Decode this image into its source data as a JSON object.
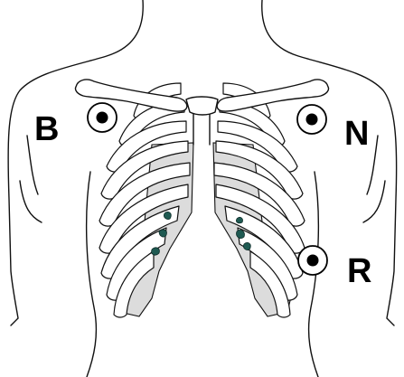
{
  "figure": {
    "electrodes": [
      {
        "id": "right-arm",
        "label": "B"
      },
      {
        "id": "left-arm",
        "label": "N"
      },
      {
        "id": "left-leg",
        "label": "R"
      }
    ],
    "colors": {
      "outline": "#111111",
      "cartilage": "#dcdcdc",
      "intercostal_gap": "#1f5a52",
      "electrode_ring": "#000000",
      "electrode_dot": "#000000"
    }
  }
}
